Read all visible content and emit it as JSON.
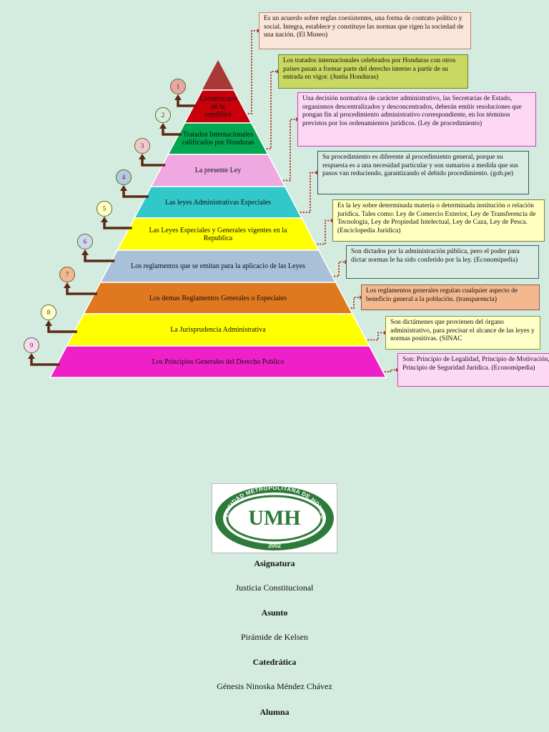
{
  "pyramid": {
    "levels": [
      {
        "num": "1",
        "label": "Constitucion de la republica",
        "color": "#c8000c",
        "circle": "#e8a8a0"
      },
      {
        "num": "2",
        "label": "Tratados Internacionales calificados por Honduras",
        "color": "#00a850",
        "circle": "#d8eed8"
      },
      {
        "num": "3",
        "label": "La presente Ley",
        "color": "#f0a8e0",
        "circle": "#f4c8c8"
      },
      {
        "num": "4",
        "label": "Las leyes Administrativas Especiales",
        "color": "#30c8c8",
        "circle": "#b8c8e0"
      },
      {
        "num": "5",
        "label": "Las Leyes Especiales y Generales vigentes en la Republica",
        "color": "#ffff00",
        "circle": "#ffffc0"
      },
      {
        "num": "6",
        "label": "Los reglamentos que se emitan para la aplicacio de las Leyes",
        "color": "#a8c0d8",
        "circle": "#d0d8ec"
      },
      {
        "num": "7",
        "label": "Los demas Reglamentos Generales o Especiales",
        "color": "#e07820",
        "circle": "#f4b890"
      },
      {
        "num": "8",
        "label": "La Jurisprudencia Administrativa",
        "color": "#ffff00",
        "circle": "#ffffc8"
      },
      {
        "num": "9",
        "label": "Los Principios Generales del Derecho Publico",
        "color": "#f020c8",
        "circle": "#f8d8f0"
      }
    ],
    "tip_color": "#a83838"
  },
  "notes": [
    {
      "text": "Es un acuerdo sobre reglas coexistentes, una forma de contrato político y social. Integra, establece y constituye las normas que rigen la sociedad de una nación. (El Museo)",
      "bg": "#fbe4d8",
      "border": "#c08070"
    },
    {
      "text": "Los tratados internacionales celebrados por Honduras con otros países pasan a formar parte del derecho interno a partir de su entrada en vigor. (Justia Honduras)",
      "bg": "#c8d860",
      "border": "#708030"
    },
    {
      "text": "Una decisión normativa de carácter administrativo, las Secretarías de Estado, organismos descentralizados y desconcentrados, deberán emitir resoluciones que pongan fin al procedimiento administrativo correspondiente, en los términos previstos por los ordenamientos jurídicos. (Ley de procedimiento)",
      "bg": "#fcd8f4",
      "border": "#d040b0"
    },
    {
      "text": "Su procedimiento es diferente al procedimiento general, porque su respuesta es a una necesidad particular y son sumarios a medida que sus pasos van reduciendo, garantizando el debido procedimiento. (gob.pe)",
      "bg": "#d8ece4",
      "border": "#305858"
    },
    {
      "text": "Es la ley sobre determinada materia o determinada institución o relación jurídica. Tales como: Ley de Comercio Exterior, Ley de Transferencia de Tecnología, Ley de Propiedad Intelectual, Ley de Caza, Ley de Pesca. (Enciclopedia Jurídica)",
      "bg": "#ffffc0",
      "border": "#808030"
    },
    {
      "text": "Son dictados por la administración pública, pero el poder para dictar normas le ha sido conferido por la ley. (Economipedia)",
      "bg": "#d8ece4",
      "border": "#406060"
    },
    {
      "text": "Los reglamentos generales regulan cualquier aspecto de beneficio general a la población. (transparencia)",
      "bg": "#f4b890",
      "border": "#806050"
    },
    {
      "text": "Son dictámenes que provienen del órgano administrativo, para precisar el alcance de las leyes y normas positivas. (SINAC",
      "bg": "#ffffc8",
      "border": "#909040"
    },
    {
      "text": "Son: Principio de Legalidad, Principio de Motivación, Principio de Seguridad Jurídica. (Economipedia)",
      "bg": "#fcd8f4",
      "border": "#d040b0"
    }
  ],
  "logo": {
    "abbr": "UMH",
    "ring_text": "UNIVERSIDAD METROPOLITANA DE HONDURAS",
    "year": "2002"
  },
  "captions": {
    "asignatura_h": "Asignatura",
    "asignatura": "Justicia Constitucional",
    "asunto_h": "Asunto",
    "asunto": "Pirámide de Kelsen",
    "catedratica_h": "Catedrática",
    "catedratica": "Génesis Ninoska Méndez Chávez",
    "alumna_h": "Alumna"
  }
}
